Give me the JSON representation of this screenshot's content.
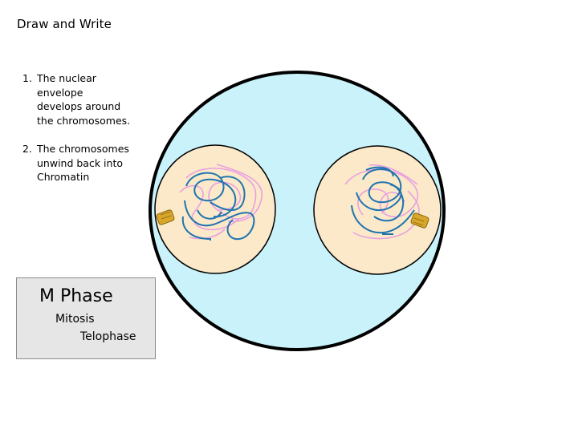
{
  "title": "Draw and Write",
  "steps": [
    {
      "num": "1.",
      "lines": [
        "The nuclear",
        "envelope",
        "develops around",
        "the chromosomes."
      ]
    },
    {
      "num": "2.",
      "lines": [
        "The chromosomes",
        "unwind back into",
        "Chromatin"
      ]
    }
  ],
  "phase_box": {
    "title": "M Phase",
    "subtitle": "Mitosis",
    "stage": "Telophase"
  },
  "colors": {
    "cytoplasm": "#c9f2fa",
    "nucleus": "#fbe9c9",
    "chromatin_blue": "#1f74b0",
    "chromatin_pink": "#e8a0e0",
    "centrosome": "#d8a62a",
    "membrane": "#000000"
  }
}
